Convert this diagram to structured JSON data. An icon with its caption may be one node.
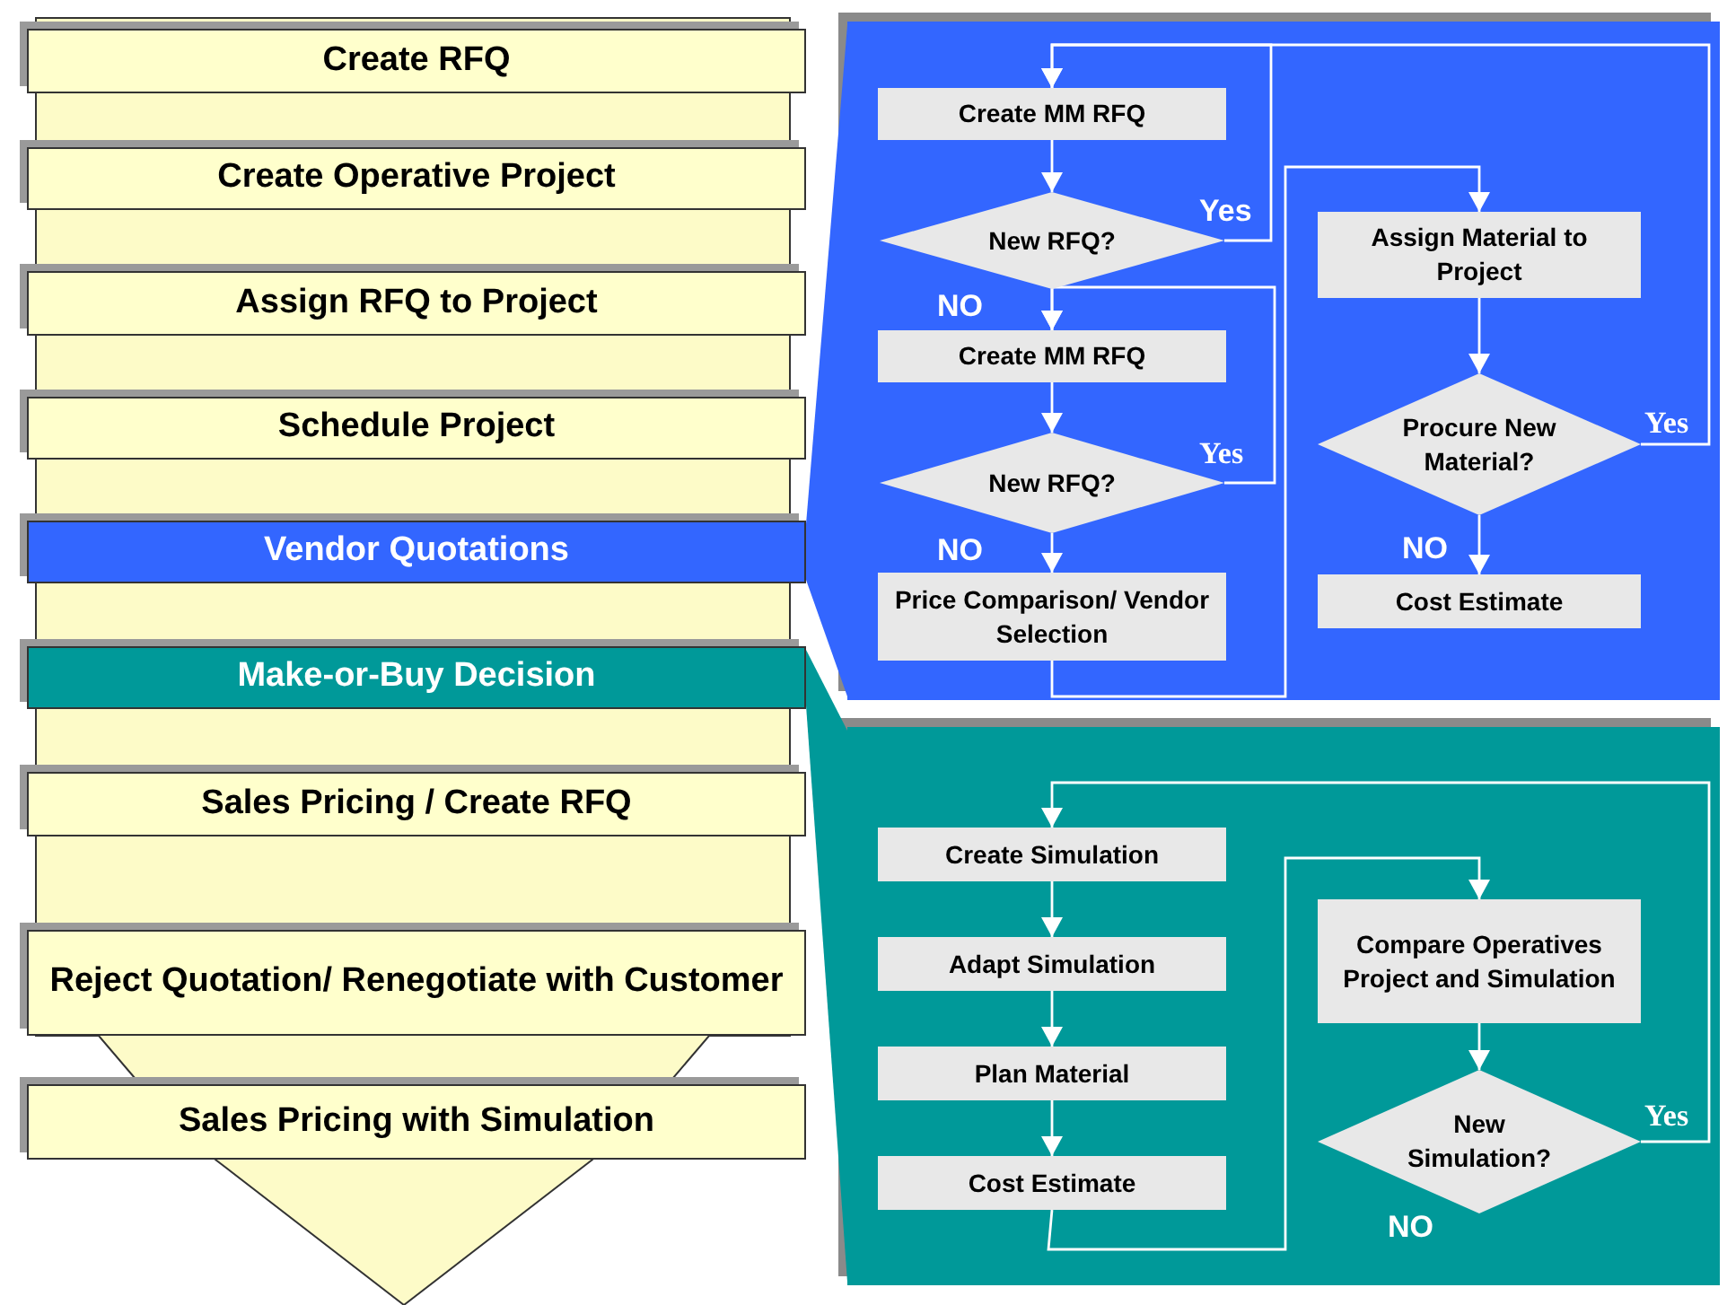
{
  "diagram": {
    "nodes": [
      {
        "text": [
          "Create RFQ"
        ]
      },
      {
        "text": [
          "Create Operative Project"
        ]
      },
      {
        "text": [
          "Assign RFQ to Project"
        ]
      },
      {
        "text": [
          "Schedule Project"
        ]
      },
      {
        "text": [
          "Vendor Quotations"
        ]
      },
      {
        "text": [
          "Make-or-Buy Decision"
        ]
      },
      {
        "text": [
          "Sales Pricing / Create RFQ"
        ]
      },
      {
        "text": [
          "Reject Quotation/ Renegotiate with Customer"
        ]
      },
      {
        "text": [
          "Sales Pricing with Simulation"
        ]
      },
      {
        "text": [],
        "shape": "box"
      },
      {
        "text": [
          "Create MM RFQ"
        ],
        "in": 9
      },
      {
        "text": [
          "New RFQ?"
        ],
        "in": 9
      },
      {
        "text": [
          "Create MM RFQ"
        ],
        "in": 9
      },
      {
        "text": [
          "New RFQ?"
        ],
        "in": 9
      },
      {
        "text": [
          "Price Comparison/ Vendor Selection"
        ],
        "in": 9
      },
      {
        "text": [
          "Assign Material to Project"
        ],
        "in": 9
      },
      {
        "text": [
          "Procure New Material?"
        ],
        "in": 9
      },
      {
        "text": [
          "Cost Estimate"
        ],
        "in": 9
      },
      {
        "text": [],
        "shape": "box"
      },
      {
        "text": [
          "Create Simulation"
        ],
        "in": 18
      },
      {
        "text": [
          "Adapt Simulation"
        ],
        "in": 18
      },
      {
        "text": [
          "Plan Material"
        ],
        "in": 18
      },
      {
        "text": [
          "Cost Estimate"
        ],
        "in": 18
      },
      {
        "text": [
          "Compare Operatives Project and Simulation"
        ],
        "in": 18
      },
      {
        "text": [
          "New Simulation?"
        ],
        "in": 18
      }
    ],
    "edges": [
      {
        "from": 10,
        "to": 11,
        "arrow": "to"
      },
      {
        "from": 11,
        "to": 12,
        "arrow": "to",
        "label": "NO"
      },
      {
        "from": 11,
        "to": 10,
        "arrow": "to",
        "label": "Yes"
      },
      {
        "from": 12,
        "to": 13,
        "arrow": "to"
      },
      {
        "from": 13,
        "to": 14,
        "arrow": "to",
        "label": "NO"
      },
      {
        "from": 13,
        "to": 12,
        "arrow": "to",
        "label": "Yes"
      },
      {
        "from": 14,
        "to": 15,
        "arrow": "to"
      },
      {
        "from": 15,
        "to": 16,
        "arrow": "to"
      },
      {
        "from": 16,
        "to": 17,
        "arrow": "to",
        "label": "NO"
      },
      {
        "from": 16,
        "to": 10,
        "arrow": "to",
        "label": "Yes"
      },
      {
        "from": 19,
        "to": 20,
        "arrow": "to"
      },
      {
        "from": 20,
        "to": 21,
        "arrow": "to"
      },
      {
        "from": 21,
        "to": 22,
        "arrow": "to"
      },
      {
        "from": 22,
        "to": 23,
        "arrow": "to"
      },
      {
        "from": 23,
        "to": 24,
        "arrow": "to"
      },
      {
        "from": 24,
        "to": 19,
        "arrow": "to",
        "label": "Yes"
      },
      {
        "from": 4,
        "to": 9,
        "arrow": "none",
        "style": "thick",
        "color": "#3366ff"
      },
      {
        "from": 5,
        "to": 18,
        "arrow": "none",
        "style": "thick",
        "color": "#009999"
      }
    ],
    "labels": [
      "NO"
    ]
  }
}
